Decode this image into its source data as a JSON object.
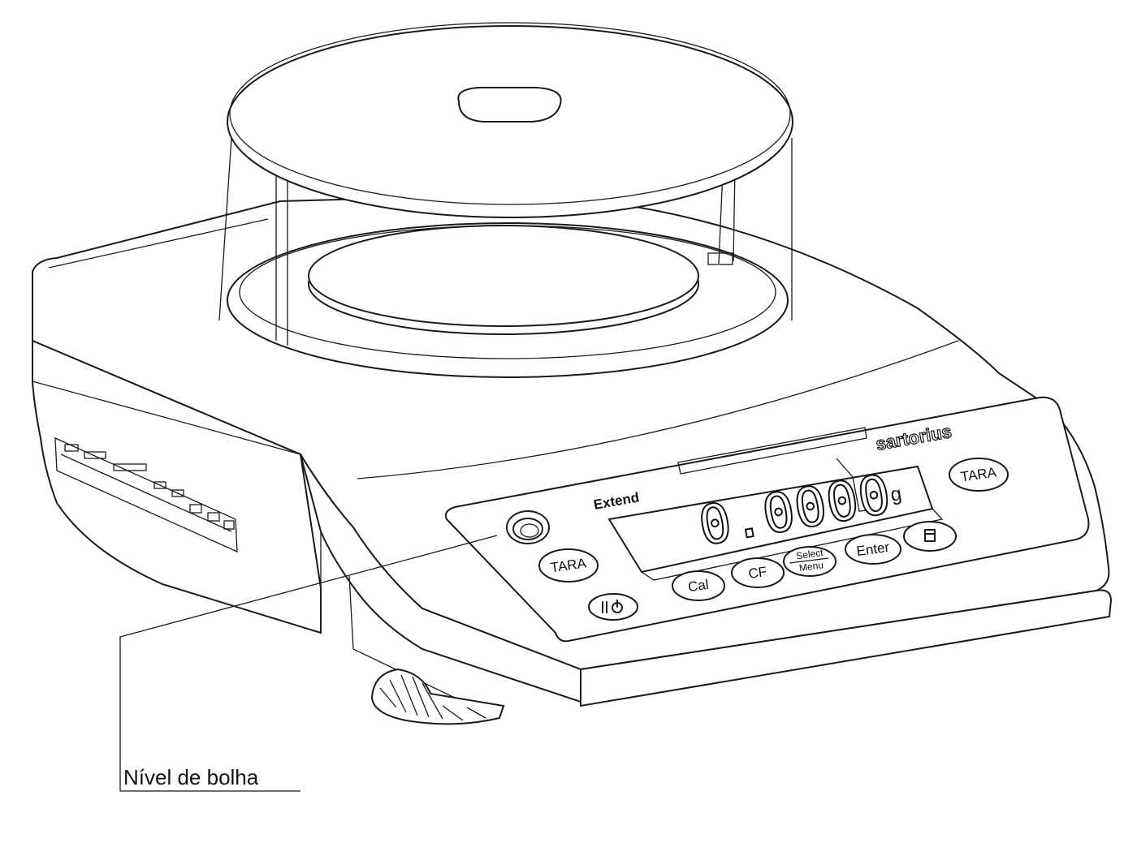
{
  "callout": {
    "label": "Nível de bolha"
  },
  "brand": "sartorius",
  "model": "Extend",
  "display": {
    "reading": "0.0000",
    "unit": "g"
  },
  "keys": {
    "tara_left": "TARA",
    "tara_right": "TARA",
    "cal": "Cal",
    "cf": "CF",
    "select": "Select",
    "menu": "Menu",
    "enter": "Enter"
  },
  "icons": [
    "power-standby-icon",
    "print-icon",
    "bubble-level-icon",
    "leveling-foot-icon"
  ]
}
